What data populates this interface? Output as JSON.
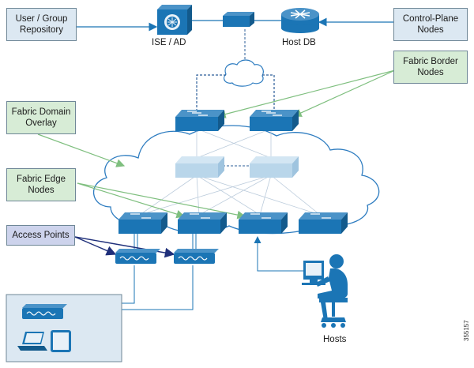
{
  "callouts": {
    "user_group_repository": "User / Group\nRepository",
    "control_plane_nodes": "Control-Plane\nNodes",
    "fabric_border_nodes": "Fabric Border\nNodes",
    "fabric_domain_overlay": "Fabric Domain\nOverlay",
    "fabric_edge_nodes": "Fabric Edge\nNodes",
    "access_points": "Access Points"
  },
  "labels": {
    "ise_ad": "ISE / AD",
    "host_db": "Host DB",
    "hosts": "Hosts",
    "figure_id": "355157"
  },
  "colors": {
    "device_blue": "#1b75b5",
    "device_light": "#b9d6ea",
    "link_green": "#7fbf7f",
    "link_navy": "#1f2f7a",
    "link_blue": "#1b75b5",
    "callout_blue": "#dce8f2",
    "callout_green": "#d7ecd6",
    "callout_lavender": "#cdd3ec"
  }
}
